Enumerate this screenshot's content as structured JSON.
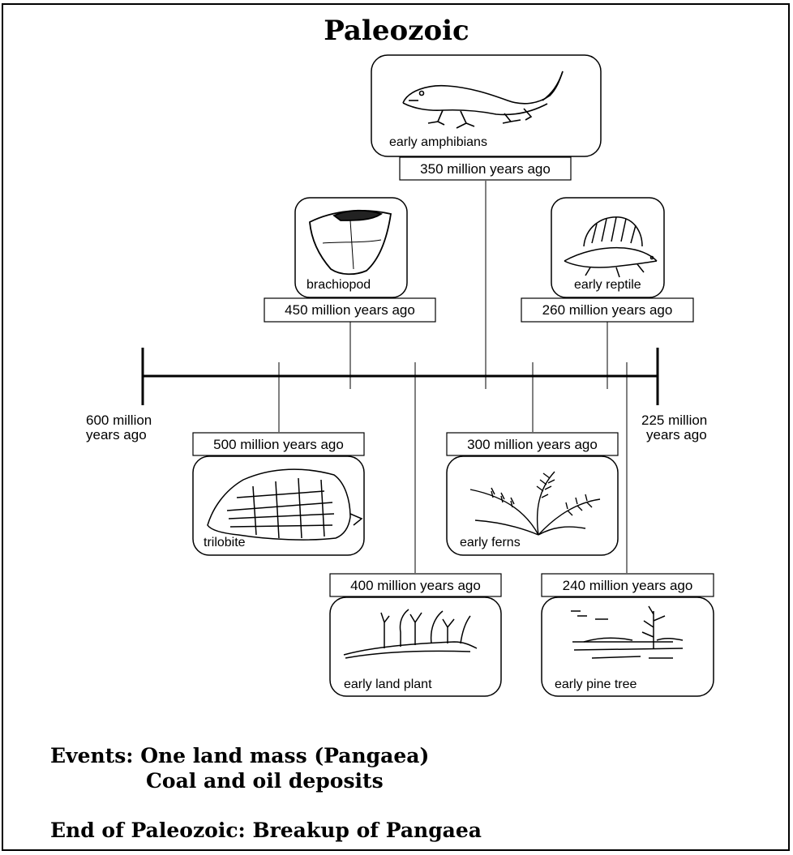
{
  "title": "Paleozoic",
  "timeline": {
    "start_label": [
      "600 million",
      "years ago"
    ],
    "end_label": [
      "225 million",
      "years ago"
    ]
  },
  "organisms": [
    {
      "name": "early amphibians",
      "date": "350 million years ago",
      "icon": "amphibian-icon"
    },
    {
      "name": "brachiopod",
      "date": "450 million years ago",
      "icon": "brachiopod-icon"
    },
    {
      "name": "early reptile",
      "date": "260 million years ago",
      "icon": "reptile-icon"
    },
    {
      "name": "trilobite",
      "date": "500 million years ago",
      "icon": "trilobite-icon"
    },
    {
      "name": "early ferns",
      "date": "300 million years ago",
      "icon": "fern-icon"
    },
    {
      "name": "early land plant",
      "date": "400 million years ago",
      "icon": "land-plant-icon"
    },
    {
      "name": "early pine tree",
      "date": "240 million years ago",
      "icon": "pine-tree-icon"
    }
  ],
  "events": {
    "line1": "Events: One land mass (Pangaea)",
    "line2": "Coal and oil deposits",
    "line3": "End of Paleozoic: Breakup of Pangaea"
  }
}
